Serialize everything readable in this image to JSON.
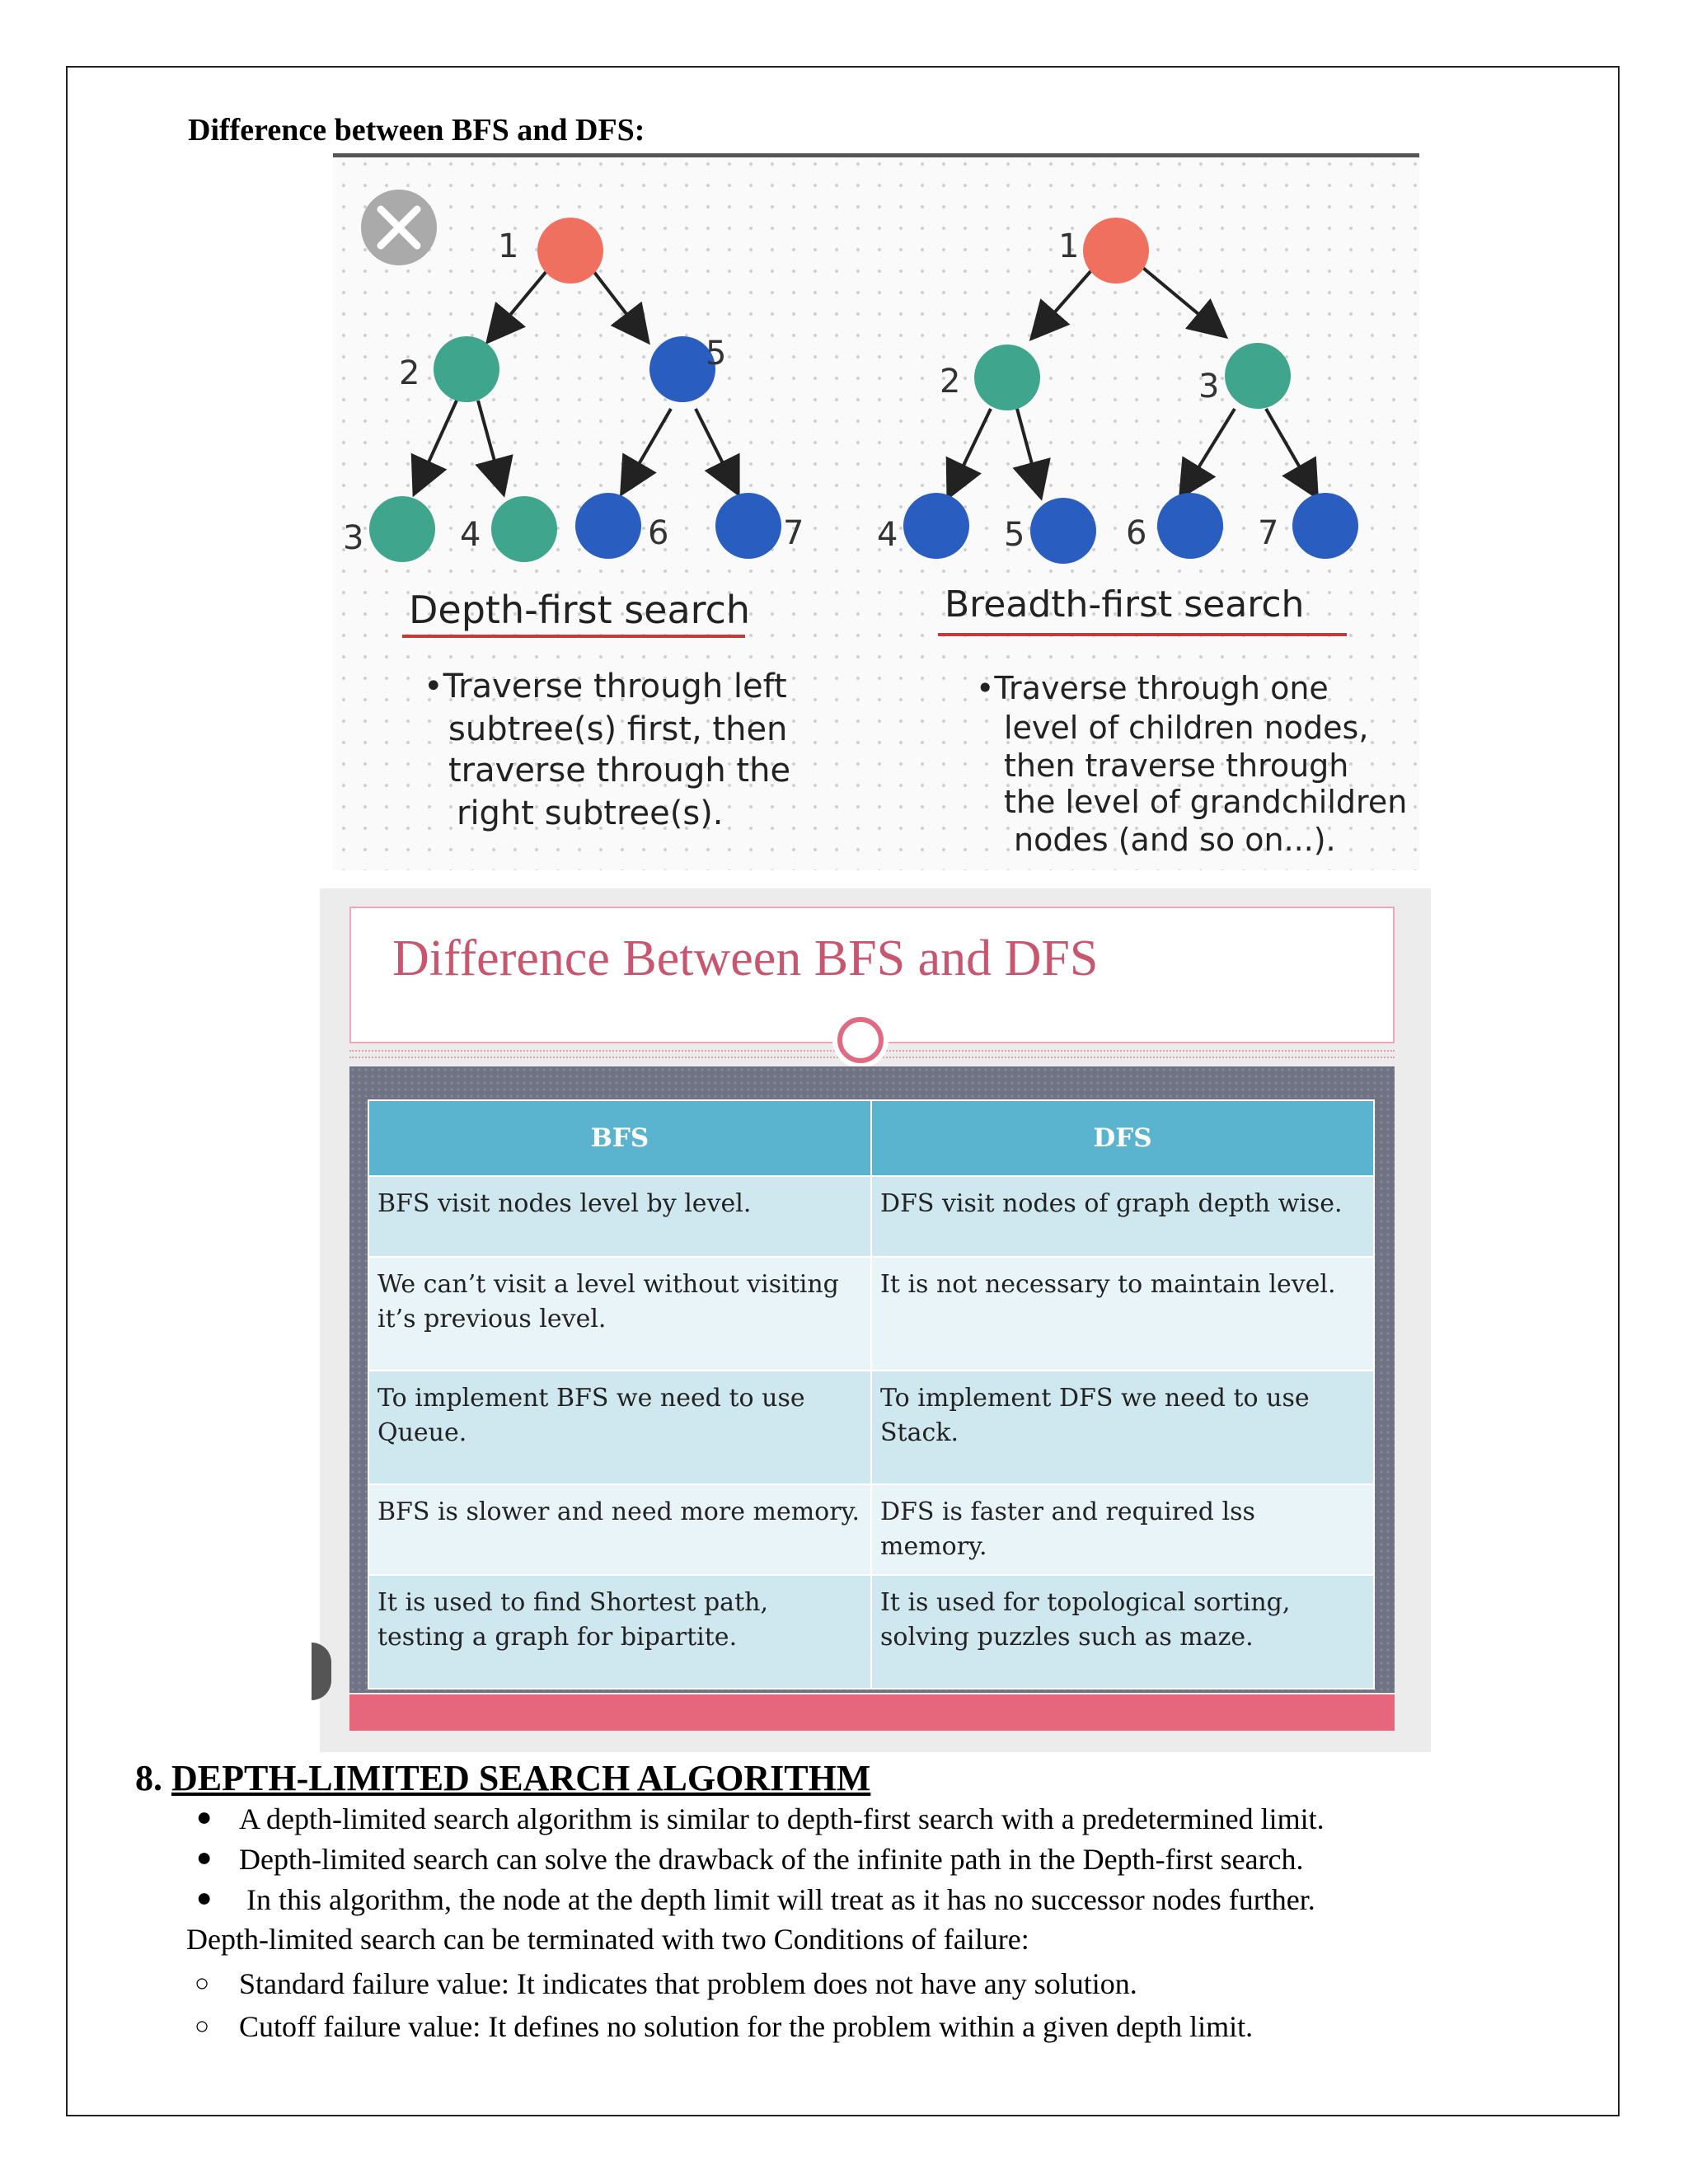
{
  "heading": "Difference between BFS and DFS:",
  "figure1": {
    "dfs": {
      "title": "Depth-first search",
      "note_lines": [
        "•Traverse through left",
        "subtree(s) first, then",
        "traverse through the",
        "right subtree(s)."
      ],
      "node_labels": [
        "1",
        "2",
        "5",
        "3",
        "4",
        "6",
        "7"
      ]
    },
    "bfs": {
      "title": "Breadth-first search",
      "note_lines": [
        "•Traverse through one",
        "level of children nodes,",
        "then traverse through",
        "the level of grandchildren",
        "nodes (and so on...)."
      ],
      "node_labels": [
        "1",
        "2",
        "3",
        "4",
        "5",
        "6",
        "7"
      ]
    },
    "colors": {
      "root": "#f07060",
      "green": "#3fa58c",
      "blue": "#2a5dc0"
    }
  },
  "figure2": {
    "title": "Difference Between BFS and DFS",
    "headers": [
      "BFS",
      "DFS"
    ],
    "rows": [
      [
        "BFS visit nodes level by level.",
        "DFS visit nodes of graph depth wise."
      ],
      [
        "We can’t visit a level without visiting it’s previous level.",
        "It is not necessary to maintain level."
      ],
      [
        "To implement BFS we need to use Queue.",
        "To implement DFS we need to use Stack."
      ],
      [
        "BFS is slower and need more memory.",
        "DFS is faster and required lss memory."
      ],
      [
        "It is used to find Shortest path, testing a graph for bipartite.",
        "It is used for topological sorting, solving puzzles such as maze."
      ]
    ]
  },
  "section": {
    "number": "8.",
    "title": "DEPTH-LIMITED SEARCH ALGORITHM",
    "bullets": [
      "A depth-limited search algorithm is similar to depth-first search with a predetermined limit.",
      "Depth-limited search can solve the drawback of the infinite path in the Depth-first search.",
      " In this algorithm, the node at the depth limit will treat as it has no successor nodes further."
    ],
    "paragraph": "Depth-limited search can be terminated with two Conditions of failure:",
    "sub_bullets": [
      "Standard failure value: It indicates that problem does not have any solution.",
      "Cutoff failure value: It defines no solution for the problem within a given depth limit."
    ]
  }
}
